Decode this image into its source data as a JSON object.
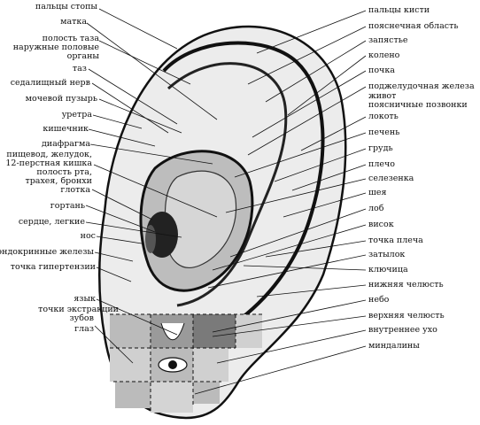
{
  "left_labels": [
    "пальцы стопы",
    "матка",
    "полость таза",
    "наружные половые",
    "органы",
    "таз",
    "седалищный нерв",
    "мочевой пузырь",
    "уретра",
    "кишечник",
    "диафрагма",
    "пищевод, желудок,",
    "12-перстная кишка",
    "полость рта,",
    "трахея, бронхи",
    "глотка",
    "гортань",
    "сердце, легкие",
    "нос",
    "эндокринные железы",
    "точка гипертензии",
    "язык",
    "точки экстракции",
    "зубов",
    "глаз"
  ],
  "right_labels": [
    "пальцы кисти",
    "пояснечная область",
    "запястье",
    "колено",
    "почка",
    "поджелудочная железа",
    "живот",
    "поясничные позвонки",
    "локоть",
    "печень",
    "грудь",
    "плечо",
    "селезенка",
    "шея",
    "лоб",
    "висок",
    "точка плеча",
    "затылок",
    "ключица",
    "нижняя челюсть",
    "небо",
    "верхняя челюсть",
    "внутреннее ухо",
    "миндалины"
  ],
  "colors": {
    "ink": "#111111",
    "shade_dark": "#7a7a7a",
    "shade_mid": "#b4b4b4",
    "shade_light": "#dcdcdc"
  }
}
